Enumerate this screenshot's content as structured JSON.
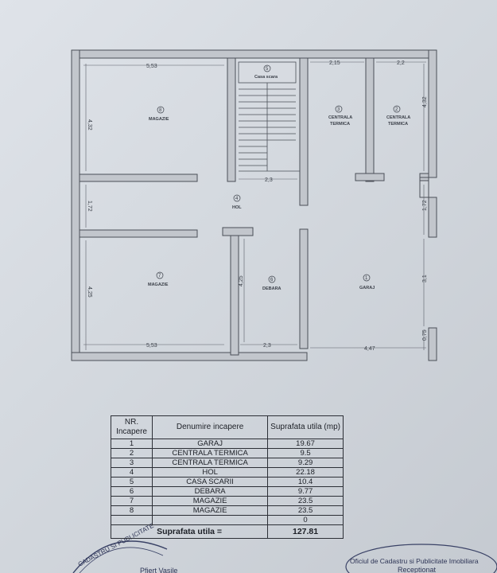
{
  "plan": {
    "dims": {
      "top_left": "5,53",
      "bottom_left": "5,53",
      "left_upper": "4,32",
      "left_mid": "1,72",
      "left_lower": "4,25",
      "stair_bottom": "2,3",
      "debara_bottom": "2,3",
      "debara_side": "4,25",
      "ct1_top": "2,15",
      "ct2_top": "2,2",
      "right_upper": "4,32",
      "right_mid": "1,72",
      "right_lower": "3,1",
      "right_small": "0,75",
      "garage_bottom": "4,47"
    },
    "rooms": [
      {
        "num": "8",
        "name": "MAGAZIE"
      },
      {
        "num": "5",
        "name": "Casa scara"
      },
      {
        "num": "3",
        "name": "CENTRALA TERMICA"
      },
      {
        "num": "2",
        "name": "CENTRALA TERMICA"
      },
      {
        "num": "4",
        "name": "HOL"
      },
      {
        "num": "7",
        "name": "MAGAZIE"
      },
      {
        "num": "6",
        "name": "DEBARA"
      },
      {
        "num": "1",
        "name": "GARAJ"
      }
    ]
  },
  "table": {
    "headers": [
      "NR. Incapere",
      "Denumire incapere",
      "Suprafata utila (mp)"
    ],
    "rows": [
      [
        "1",
        "GARAJ",
        "19.67"
      ],
      [
        "2",
        "CENTRALA TERMICA",
        "9.5"
      ],
      [
        "3",
        "CENTRALA TERMICA",
        "9.29"
      ],
      [
        "4",
        "HOL",
        "22.18"
      ],
      [
        "5",
        "CASA SCARII",
        "10.4"
      ],
      [
        "6",
        "DEBARA",
        "9.77"
      ],
      [
        "7",
        "MAGAZIE",
        "23.5"
      ],
      [
        "8",
        "MAGAZIE",
        "23.5"
      ],
      [
        "",
        "",
        "0"
      ]
    ],
    "total_label": "Suprafata utila =",
    "total_value": "127.81"
  },
  "stamps": {
    "left_arc": "CADASTRU SI PUBLICITATE",
    "left_name": "Pfiert Vasile",
    "right_line1": "Oficiul de Cadastru si Publicitate Imobiliara",
    "right_line2": "Receptionat"
  }
}
